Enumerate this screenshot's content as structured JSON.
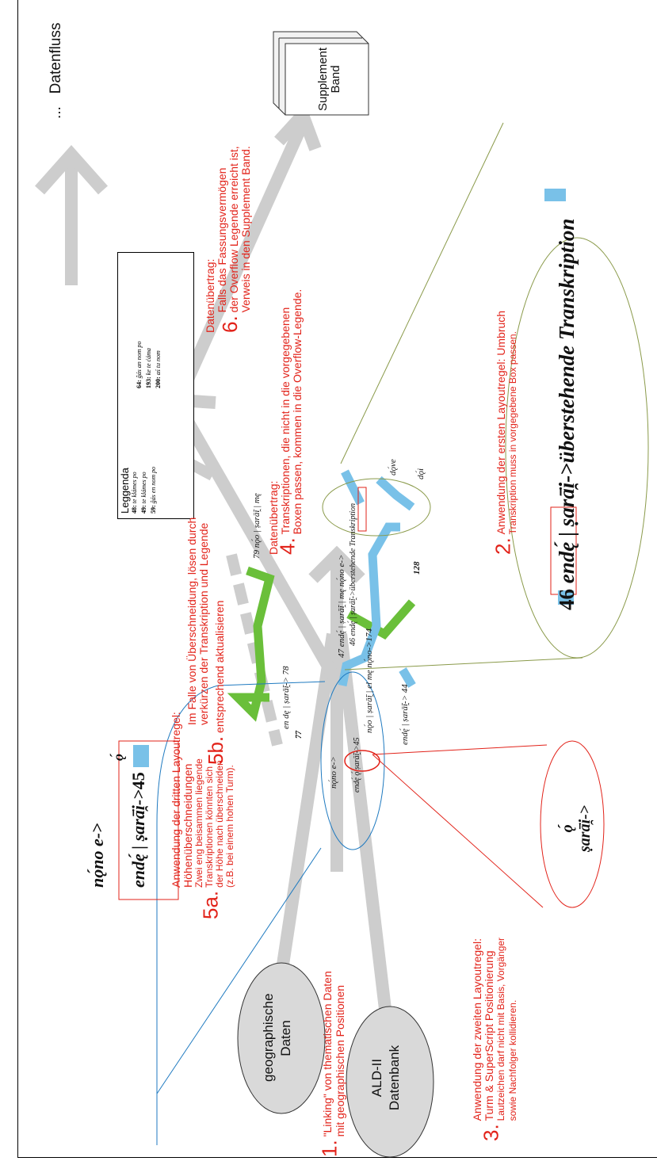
{
  "flow": {
    "label": "Datenfluss",
    "ellipsis": "..."
  },
  "supplement": {
    "label_line1": "Supplement",
    "label_line2": "Band"
  },
  "sources": [
    {
      "line1": "geographische",
      "line2": "Daten"
    },
    {
      "line1": "ALD-II",
      "line2": "Datenbank"
    }
  ],
  "legend": {
    "title": "Leggenda",
    "entries_col1": [
      {
        "num": "48:",
        "text": "te klámes po"
      },
      {
        "num": "49:",
        "text": "te klámes po"
      },
      {
        "num": "59:",
        "text": "ĝás en nom po"
      }
    ],
    "entries_col2": [
      {
        "num": "64:",
        "text": "ĝás an nom po"
      },
      {
        "num": "193:",
        "text": "ke te ćáma"
      },
      {
        "num": "200:",
        "text": "aś tu nom"
      }
    ]
  },
  "steps": {
    "s1": {
      "num": "1.",
      "line1": "\"Linking\" von thematischen Daten",
      "line2": "mit geographischen Positionen"
    },
    "s2": {
      "num": "2.",
      "line1": "Anwendung der  ersten Layoutregel: Umbruch",
      "line2": "Transkription muss in vorgegebene Box passen."
    },
    "s3": {
      "num": "3.",
      "line1": "Anwendung der zweiten Layoutregel:",
      "line2": "Turm & SuperScript Positionierung",
      "line3": "Lautzeichen darf nicht mit Basis, Vorgänger",
      "line4": "sowie Nachfolger kollidieren."
    },
    "s4": {
      "num": "4.",
      "title": "Datenübertrag:",
      "line1": "Transkriptionen, die nicht in die vorgegebenen",
      "line2": "Boxen passen, kommen in die Overflow-Legende."
    },
    "s5a": {
      "num": "5a.",
      "line1": "Anwendung der dritten Layoutregel:",
      "line2": "Höhenüberschneidungen",
      "line3": "Zwei eng beisammen liegende",
      "line4": "Transkriptionen  könnten sich",
      "line5": "der Höhe nach überschneiden",
      "line6": "(z.B. bei einem hohen Turm)."
    },
    "s5b": {
      "num": "5b.",
      "line1": "Im Falle von Überschneidung, lösen durch",
      "line2": "verkürzen der Transkription und Legende",
      "line3": "entsprechend aktualisieren"
    },
    "s6": {
      "num": "6.",
      "title": "Datenübertrag:",
      "line1": "Falls das Fassungsvermögen",
      "line2": "der Overflow Legende erreicht ist,",
      "line3": "Verweis in den Supplement Band."
    }
  },
  "zoom2": {
    "num": "46",
    "word1": "endę́",
    "sep": "|",
    "word2": "ṣarā̈i̯->überstehende Transkription"
  },
  "zoom3": {
    "top": "ǫ́",
    "bottom": "ṣarā̈i̯->"
  },
  "zoom5a": {
    "line1": "nǫ́no e->",
    "top": "ǫ́",
    "line2": "endę́  |  ṣarā̈i̯->",
    "num": "45"
  },
  "map_labels": [
    {
      "key": "m1",
      "text": "en dę  |  ṣarā̈i̯-> 78"
    },
    {
      "key": "m2",
      "text": "77"
    },
    {
      "key": "m3",
      "text": "79 nǫ́o  |  ṣarā̈i̯  |  mę"
    },
    {
      "key": "m4",
      "text": "nǫ́no e->"
    },
    {
      "key": "m5",
      "text": "endę́  ǫ́  ṣarā̈i̯->45"
    },
    {
      "key": "m6",
      "text": "nǫ́o  |  ṣarā̈i̯  |  el mę nǫ́no->174"
    },
    {
      "key": "m7",
      "text": "endę́  |  ṣarā̈i̯-> 44"
    },
    {
      "key": "m8",
      "text": "46 endę́  |  ṣarā̈i̯->überstehende Transkription"
    },
    {
      "key": "m9",
      "text": "47 endę́  |  ṣarā̈i̯  |  mę nǫ́no e->"
    },
    {
      "key": "m10",
      "text": "dǫ́ve"
    },
    {
      "key": "m11",
      "text": "dǫ́i"
    },
    {
      "key": "m12",
      "text": "128"
    }
  ]
}
